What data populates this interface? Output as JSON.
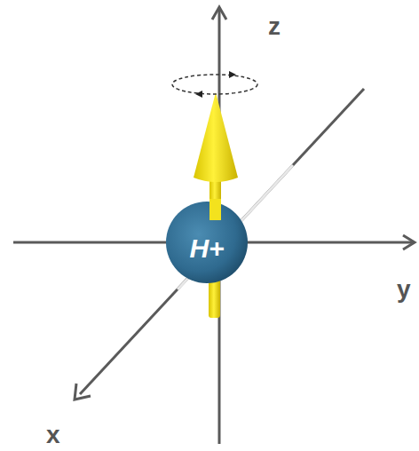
{
  "diagram": {
    "nodes": [
      {
        "text": [
          "H+"
        ]
      }
    ],
    "labels": [
      "z",
      "y",
      "x"
    ]
  }
}
